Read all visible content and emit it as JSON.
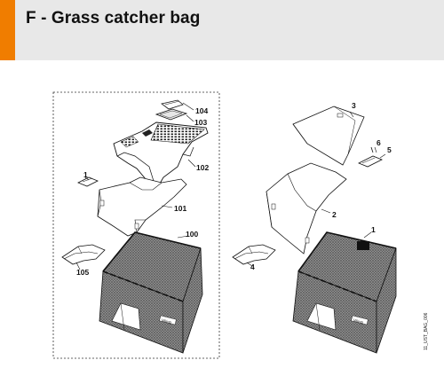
{
  "header": {
    "title": "F - Grass catcher bag",
    "accent_color": "#f07d00",
    "background_color": "#e8e8e8"
  },
  "diagram": {
    "part_labels": {
      "p104": "104",
      "p103": "103",
      "p102": "102",
      "p1_left": "1",
      "p101": "101",
      "p100": "100",
      "p105": "105",
      "p3": "3",
      "p6": "6",
      "p5": "5",
      "p2": "2",
      "p1_right": "1",
      "p4": "4"
    },
    "brand_left": "Viking",
    "brand_right": "Viking"
  },
  "footer": {
    "doc_id": "11_UST_BAG_006"
  }
}
